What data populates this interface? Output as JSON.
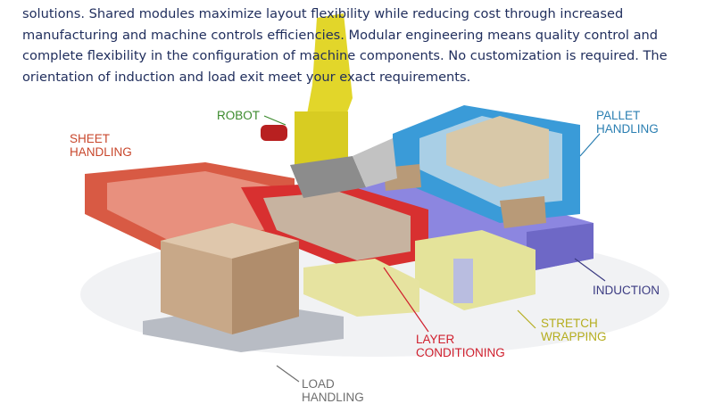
{
  "paragraph": "solutions. Shared modules maximize layout flexibility while reducing cost through increased manufacturing and machine controls efficiencies. Modular engineering means quality control and complete flexibility in the configuration of machine components. No customization is required. The orientation of induction and load exit meet your exact requirements.",
  "labels": {
    "robot": {
      "line1": "ROBOT",
      "color": "#3b8a2c"
    },
    "sheet_handling": {
      "line1": "SHEET",
      "line2": "HANDLING",
      "color": "#c8472c"
    },
    "pallet_handling": {
      "line1": "PALLET",
      "line2": "HANDLING",
      "color": "#2b7fb2"
    },
    "induction": {
      "line1": "INDUCTION",
      "color": "#3b3b82"
    },
    "stretch_wrapping": {
      "line1": "STRETCH",
      "line2": "WRAPPING",
      "color": "#b5ad1e"
    },
    "layer_conditioning": {
      "line1": "LAYER",
      "line2": "CONDITIONING",
      "color": "#d0202e"
    },
    "load_handling": {
      "line1": "LOAD",
      "line2": "HANDLING",
      "color": "#6e6e6e"
    }
  }
}
